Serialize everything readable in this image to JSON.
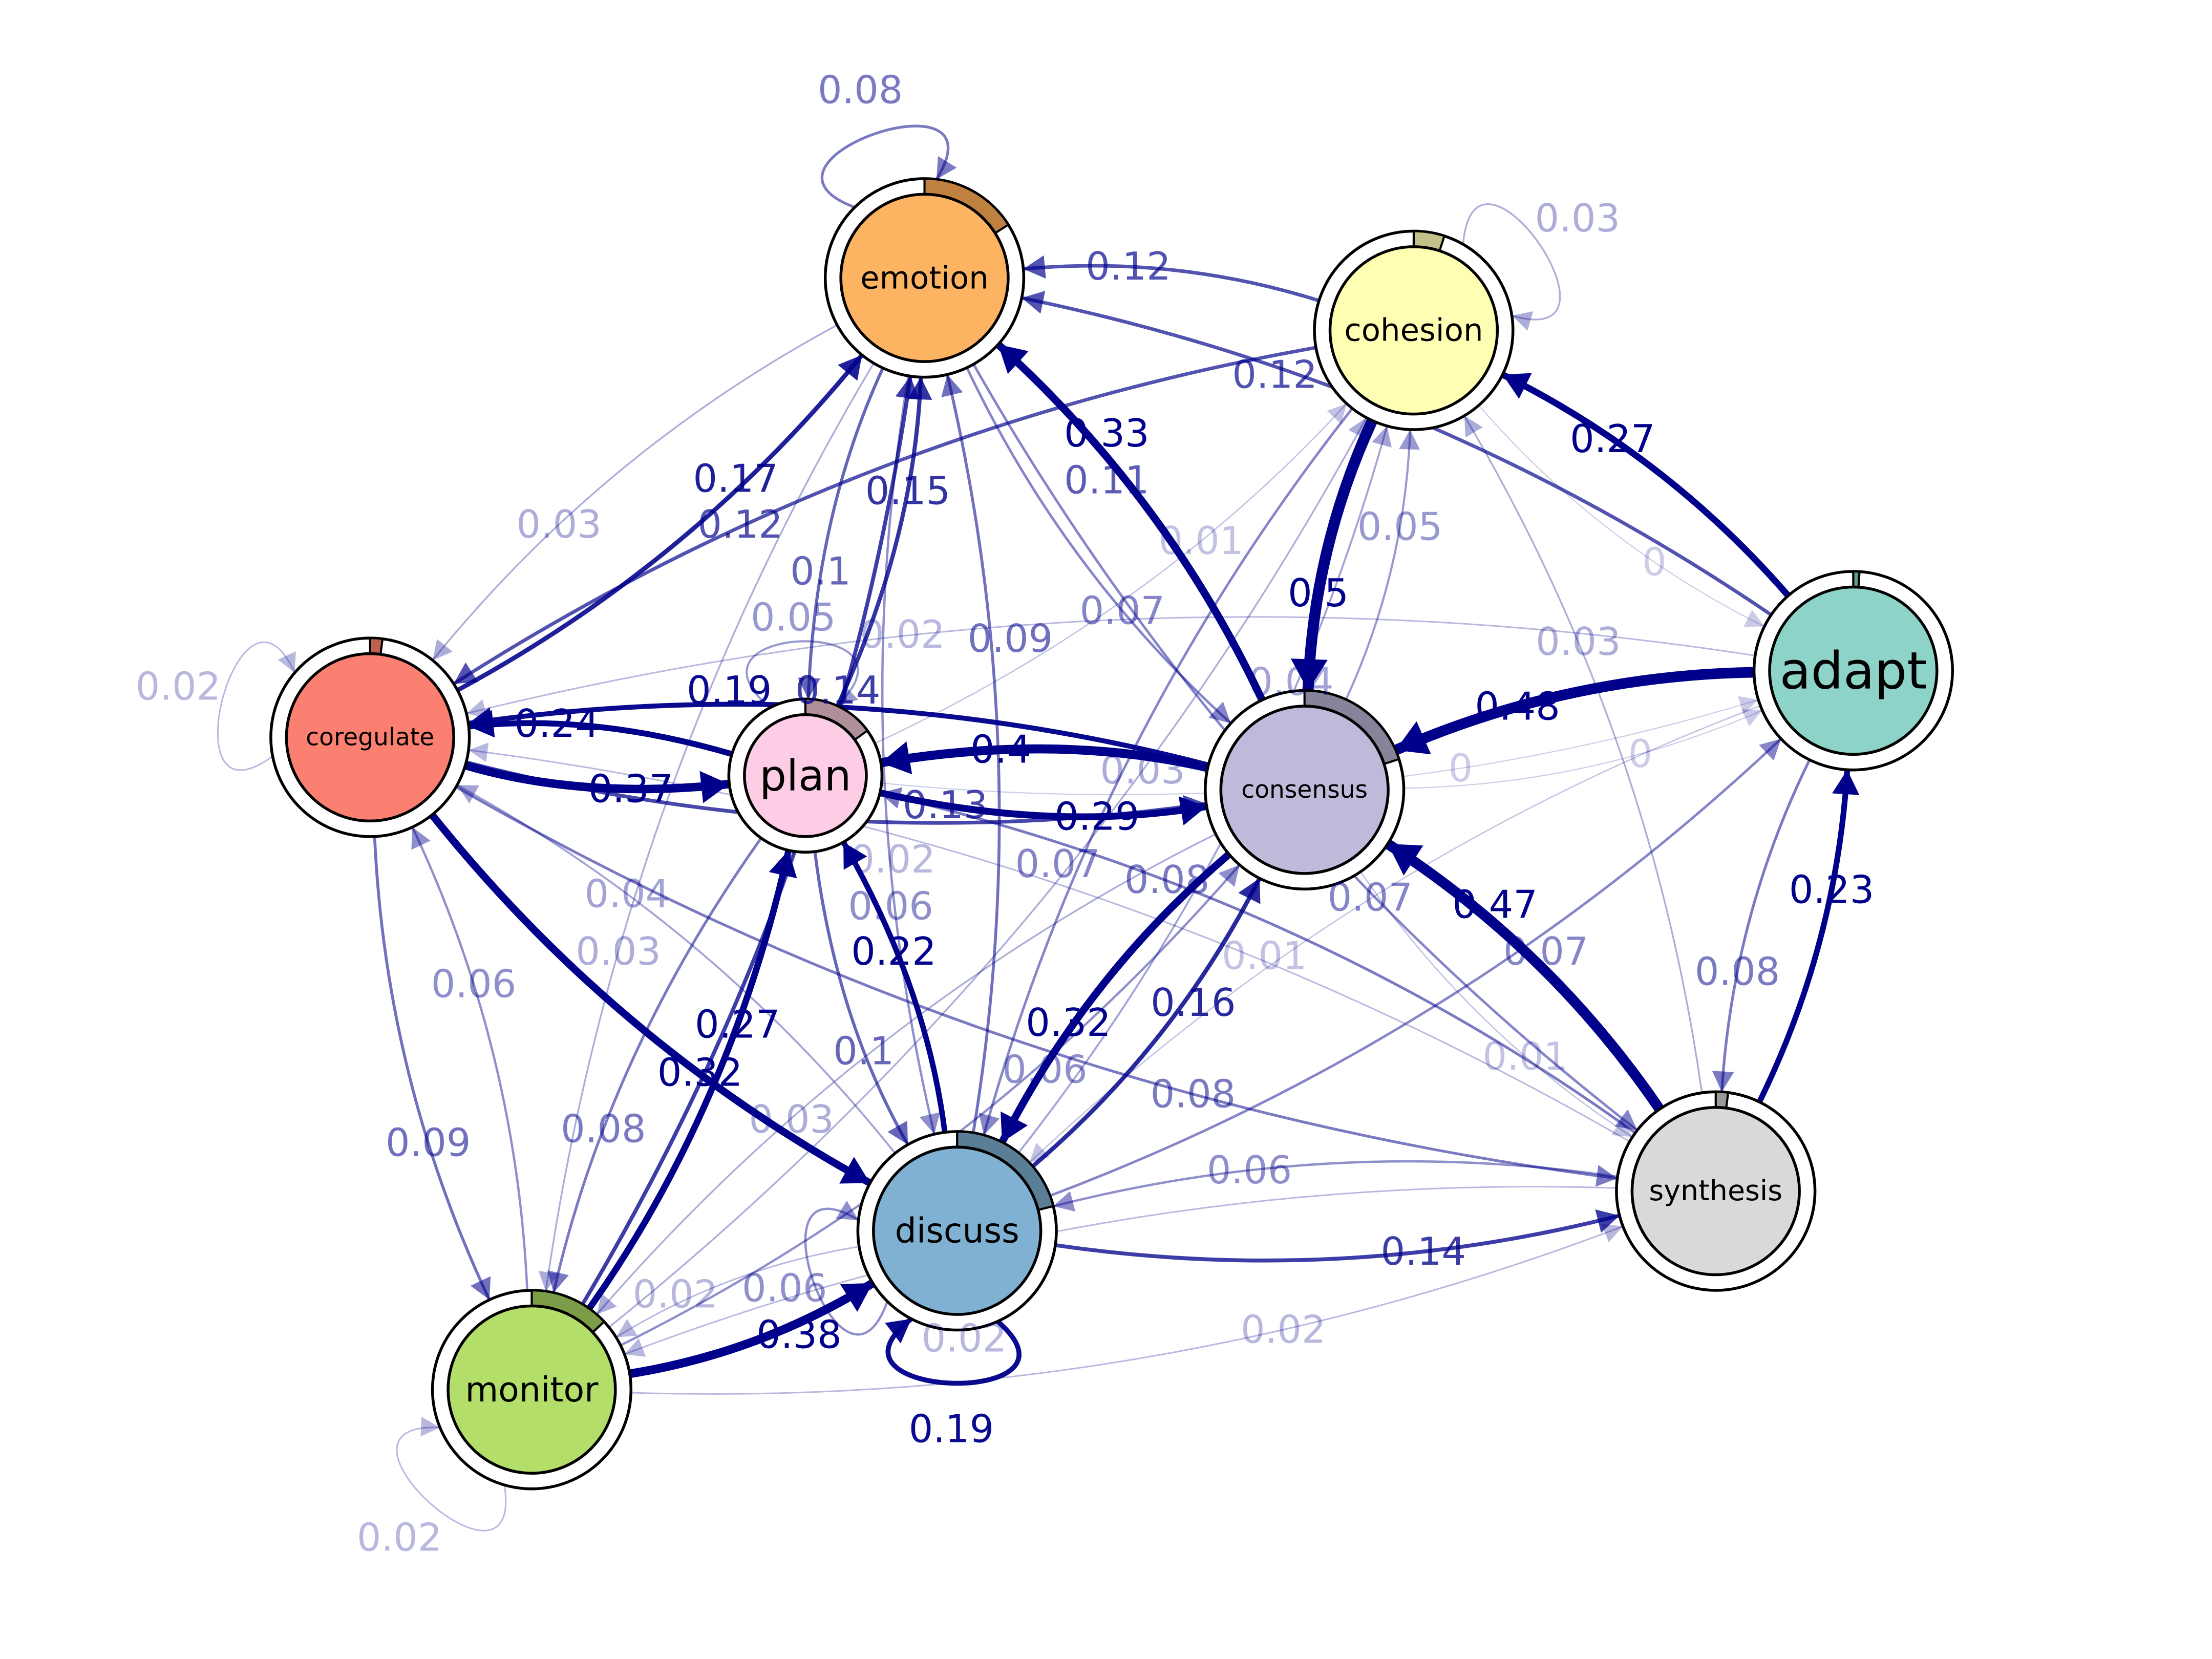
{
  "edge_color": "#00008B",
  "nodes": [
    {
      "id": "emotion",
      "label": "emotion",
      "color": "#FDB462",
      "pie_color": "#C08040",
      "initial": 0.16
    },
    {
      "id": "cohesion",
      "label": "cohesion",
      "color": "#FFFFB3",
      "pie_color": "#C2C28A",
      "initial": 0.05
    },
    {
      "id": "coregulate",
      "label": "coregulate",
      "color": "#FB8072",
      "pie_color": "#C0604F",
      "initial": 0.02
    },
    {
      "id": "plan",
      "label": "plan",
      "color": "#FCCDE5",
      "pie_color": "#B09098",
      "initial": 0.15
    },
    {
      "id": "consensus",
      "label": "consensus",
      "color": "#BEBADA",
      "pie_color": "#87839A",
      "initial": 0.2
    },
    {
      "id": "adapt",
      "label": "adapt",
      "color": "#8DD3C7",
      "pie_color": "#5E9A8F",
      "initial": 0.01
    },
    {
      "id": "synthesis",
      "label": "synthesis",
      "color": "#D9D9D9",
      "pie_color": "#999999",
      "initial": 0.02
    },
    {
      "id": "discuss",
      "label": "discuss",
      "color": "#80B1D3",
      "pie_color": "#5A7E96",
      "initial": 0.21
    },
    {
      "id": "monitor",
      "label": "monitor",
      "color": "#B3DE69",
      "pie_color": "#7C9C48",
      "initial": 0.13
    }
  ],
  "edges": [
    {
      "from": "emotion",
      "to": "emotion",
      "weight": "0.08"
    },
    {
      "from": "cohesion",
      "to": "cohesion",
      "weight": "0.03"
    },
    {
      "from": "coregulate",
      "to": "coregulate",
      "weight": "0.02"
    },
    {
      "from": "monitor",
      "to": "monitor",
      "weight": "0.02"
    },
    {
      "from": "discuss",
      "to": "discuss",
      "weight": "0.19"
    },
    {
      "from": "adapt",
      "to": "emotion",
      "weight": "0.12"
    },
    {
      "from": "cohesion",
      "to": "emotion",
      "weight": "0.12"
    },
    {
      "from": "consensus",
      "to": "emotion",
      "weight": "0.33"
    },
    {
      "from": "emotion",
      "to": "coregulate",
      "weight": "0.03"
    },
    {
      "from": "cohesion",
      "to": "coregulate",
      "weight": "0.12"
    },
    {
      "from": "coregulate",
      "to": "emotion",
      "weight": "0.17"
    },
    {
      "from": "plan",
      "to": "emotion",
      "weight": "0.15"
    },
    {
      "from": "emotion",
      "to": "plan",
      "weight": "0.1"
    },
    {
      "from": "monitor",
      "to": "emotion",
      "weight": "0.14"
    },
    {
      "from": "discuss",
      "to": "emotion",
      "weight": "0.09"
    },
    {
      "from": "consensus",
      "to": "emotion",
      "weight": "0.11"
    },
    {
      "from": "emotion",
      "to": "consensus",
      "weight": "0.07"
    },
    {
      "from": "emotion",
      "to": "synthesis",
      "weight": "0.07"
    },
    {
      "from": "cohesion",
      "to": "consensus",
      "weight": "0.5"
    },
    {
      "from": "consensus",
      "to": "cohesion",
      "weight": "0.05"
    },
    {
      "from": "discuss",
      "to": "cohesion",
      "weight": "0.04"
    },
    {
      "from": "monitor",
      "to": "cohesion",
      "weight": "0.03"
    },
    {
      "from": "synthesis",
      "to": "cohesion",
      "weight": "0.03"
    },
    {
      "from": "plan",
      "to": "cohesion",
      "weight": "0.01"
    },
    {
      "from": "adapt",
      "to": "cohesion",
      "weight": "0.27"
    },
    {
      "from": "adapt",
      "to": "consensus",
      "weight": "0.48"
    },
    {
      "from": "synthesis",
      "to": "consensus",
      "weight": "0.47"
    },
    {
      "from": "consensus",
      "to": "plan",
      "weight": "0.4"
    },
    {
      "from": "coregulate",
      "to": "plan",
      "weight": "0.37"
    },
    {
      "from": "plan",
      "to": "coregulate",
      "weight": "0.24"
    },
    {
      "from": "consensus",
      "to": "coregulate",
      "weight": "0.19"
    },
    {
      "from": "adapt",
      "to": "coregulate",
      "weight": "0.02"
    },
    {
      "from": "synthesis",
      "to": "coregulate",
      "weight": "0.02"
    },
    {
      "from": "plan",
      "to": "consensus",
      "weight": "0.29"
    },
    {
      "from": "coregulate",
      "to": "consensus",
      "weight": "0.13"
    },
    {
      "from": "synthesis",
      "to": "plan",
      "weight": "0.08"
    },
    {
      "from": "coregulate",
      "to": "synthesis",
      "weight": "0.08"
    },
    {
      "from": "coregulate",
      "to": "monitor",
      "weight": "0.09"
    },
    {
      "from": "monitor",
      "to": "coregulate",
      "weight": "0.06"
    },
    {
      "from": "discuss",
      "to": "coregulate",
      "weight": "0.04"
    },
    {
      "from": "coregulate",
      "to": "discuss",
      "weight": "0.32"
    },
    {
      "from": "consensus",
      "to": "discuss",
      "weight": "0.32"
    },
    {
      "from": "discuss",
      "to": "consensus",
      "weight": "0.16"
    },
    {
      "from": "monitor",
      "to": "consensus",
      "weight": "0.06"
    },
    {
      "from": "plan",
      "to": "discuss",
      "weight": "0.1"
    },
    {
      "from": "discuss",
      "to": "plan",
      "weight": "0.22"
    },
    {
      "from": "monitor",
      "to": "plan",
      "weight": "0.27"
    },
    {
      "from": "plan",
      "to": "monitor",
      "weight": "0.08"
    },
    {
      "from": "emotion",
      "to": "discuss",
      "weight": "0.06"
    },
    {
      "from": "emotion",
      "to": "monitor",
      "weight": "0.03"
    },
    {
      "from": "consensus",
      "to": "monitor",
      "weight": "0.03"
    },
    {
      "from": "cohesion",
      "to": "discuss",
      "weight": "0.07"
    },
    {
      "from": "synthesis",
      "to": "discuss",
      "weight": "0.06"
    },
    {
      "from": "discuss",
      "to": "synthesis",
      "weight": "0.14"
    },
    {
      "from": "consensus",
      "to": "synthesis",
      "weight": "0.01"
    },
    {
      "from": "synthesis",
      "to": "monitor",
      "weight": "0.02"
    },
    {
      "from": "monitor",
      "to": "synthesis",
      "weight": "0.02"
    },
    {
      "from": "discuss",
      "to": "monitor",
      "weight": "0.02"
    },
    {
      "from": "monitor",
      "to": "discuss",
      "weight": "0.38"
    },
    {
      "from": "plan",
      "to": "plan",
      "weight": "0.05"
    },
    {
      "from": "synthesis",
      "to": "adapt",
      "weight": "0.23"
    },
    {
      "from": "discuss",
      "to": "adapt",
      "weight": "0.07"
    },
    {
      "from": "consensus",
      "to": "adapt",
      "weight": "0"
    },
    {
      "from": "cohesion",
      "to": "adapt",
      "weight": "0"
    },
    {
      "from": "plan",
      "to": "adapt",
      "weight": "0"
    },
    {
      "from": "adapt",
      "to": "discuss",
      "weight": "0.01"
    },
    {
      "from": "adapt",
      "to": "synthesis",
      "weight": "0.08"
    },
    {
      "from": "discuss",
      "to": "discuss",
      "weight": "0.06"
    }
  ]
}
